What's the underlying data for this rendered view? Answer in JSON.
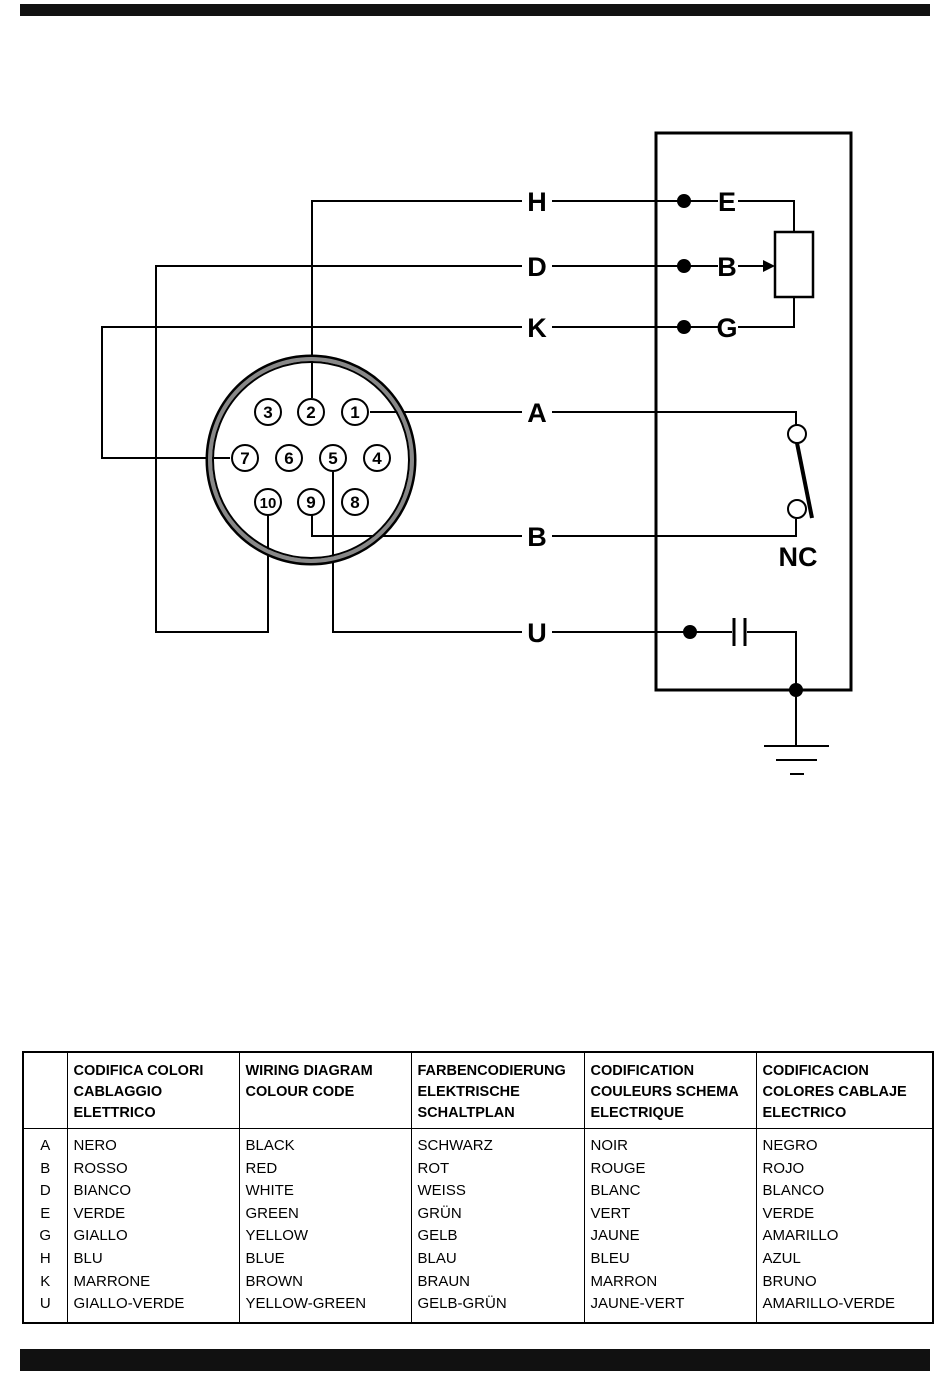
{
  "diagram": {
    "wire_labels_left": [
      "H",
      "D",
      "K",
      "A",
      "B",
      "U"
    ],
    "terminal_labels_right": [
      "E",
      "B",
      "G"
    ],
    "switch_label": "NC",
    "pins": [
      "1",
      "2",
      "3",
      "4",
      "5",
      "6",
      "7",
      "8",
      "9",
      "10"
    ]
  },
  "table": {
    "headers": [
      "",
      "CODIFICA COLORI\nCABLAGGIO ELETTRICO",
      "WIRING DIAGRAM\nCOLOUR CODE",
      "FARBENCODIERUNG\nELEKTRISCHE\nSCHALTPLAN",
      "CODIFICATION\nCOULEURS SCHEMA\nELECTRIQUE",
      "CODIFICACION\nCOLORES CABLAJE\nELECTRICO"
    ],
    "rows": [
      [
        "A",
        "NERO",
        "BLACK",
        "SCHWARZ",
        "NOIR",
        "NEGRO"
      ],
      [
        "B",
        "ROSSO",
        "RED",
        "ROT",
        "ROUGE",
        "ROJO"
      ],
      [
        "D",
        "BIANCO",
        "WHITE",
        "WEISS",
        "BLANC",
        "BLANCO"
      ],
      [
        "E",
        "VERDE",
        "GREEN",
        "GRÜN",
        "VERT",
        "VERDE"
      ],
      [
        "G",
        "GIALLO",
        "YELLOW",
        "GELB",
        "JAUNE",
        "AMARILLO"
      ],
      [
        "H",
        "BLU",
        "BLUE",
        "BLAU",
        "BLEU",
        "AZUL"
      ],
      [
        "K",
        "MARRONE",
        "BROWN",
        "BRAUN",
        "MARRON",
        "BRUNO"
      ],
      [
        "U",
        "GIALLO-VERDE",
        "YELLOW-GREEN",
        "GELB-GRÜN",
        "JAUNE-VERT",
        "AMARILLO-VERDE"
      ]
    ]
  }
}
